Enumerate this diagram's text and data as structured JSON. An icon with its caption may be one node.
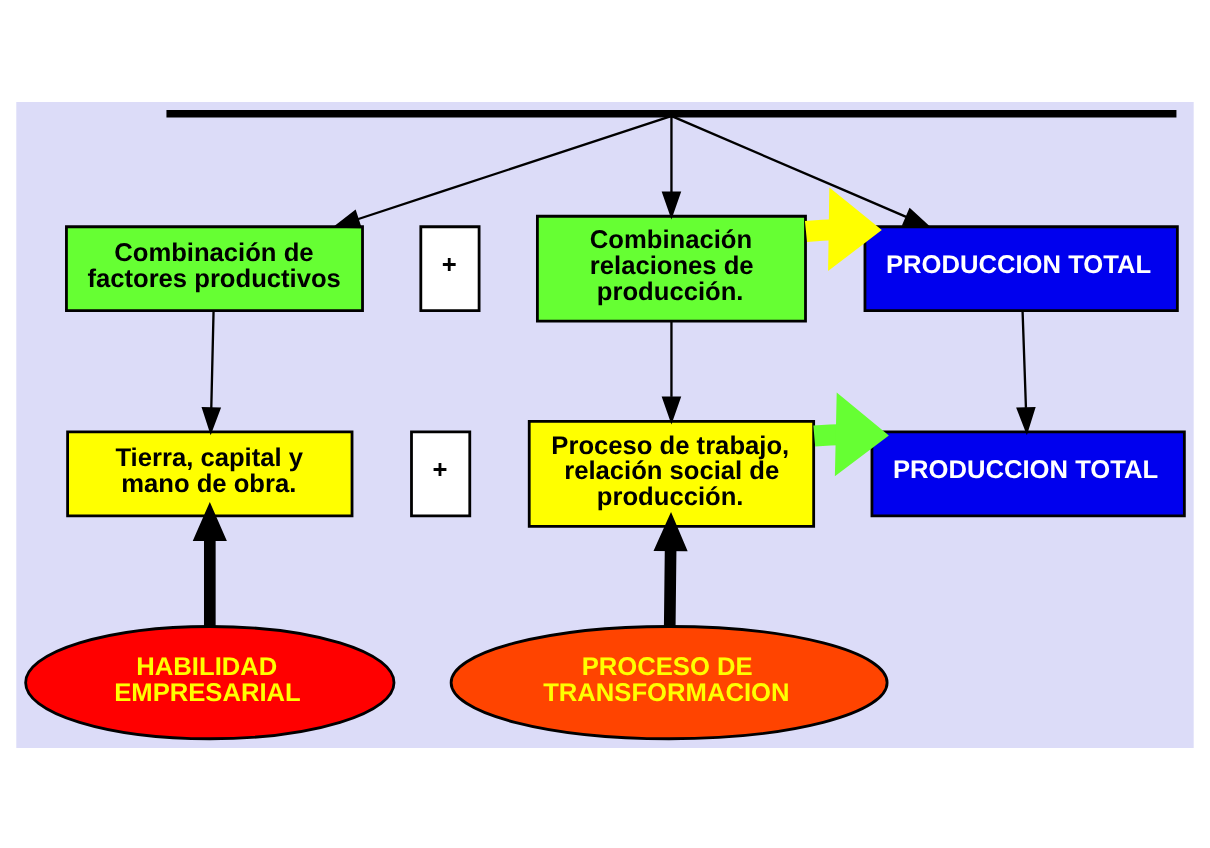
{
  "diagram": {
    "nodes": [
      {
        "text": [],
        "shape": "bar"
      },
      {
        "text": [
          "Combinación de factores productivos"
        ]
      },
      {
        "text": [
          "+"
        ]
      },
      {
        "text": [
          "Combinación relaciones de producción."
        ]
      },
      {
        "text": [
          "PRODUCCION TOTAL"
        ]
      },
      {
        "text": [
          "Tierra, capital y mano de obra."
        ]
      },
      {
        "text": [
          "+"
        ]
      },
      {
        "text": [
          "Proceso de trabajo, relación social de producción."
        ]
      },
      {
        "text": [
          "PRODUCCION TOTAL"
        ]
      },
      {
        "text": [
          "HABILIDAD EMPRESARIAL"
        ]
      },
      {
        "text": [
          "PROCESO DE TRANSFORMACION"
        ]
      }
    ],
    "edges": [
      {
        "from": 0,
        "to": 1,
        "arrow": "to"
      },
      {
        "from": 0,
        "to": 3,
        "arrow": "to"
      },
      {
        "from": 0,
        "to": 4,
        "arrow": "to"
      },
      {
        "from": 3,
        "to": 4,
        "arrow": "to",
        "style": "thick",
        "color": "#ffff00"
      },
      {
        "from": 1,
        "to": 5,
        "arrow": "to"
      },
      {
        "from": 3,
        "to": 7,
        "arrow": "to"
      },
      {
        "from": 4,
        "to": 8,
        "arrow": "to"
      },
      {
        "from": 7,
        "to": 8,
        "arrow": "to",
        "style": "thick",
        "color": "#66ff33"
      },
      {
        "from": 9,
        "to": 5,
        "arrow": "to",
        "style": "thick"
      },
      {
        "from": 10,
        "to": 7,
        "arrow": "to",
        "style": "thick"
      }
    ]
  }
}
